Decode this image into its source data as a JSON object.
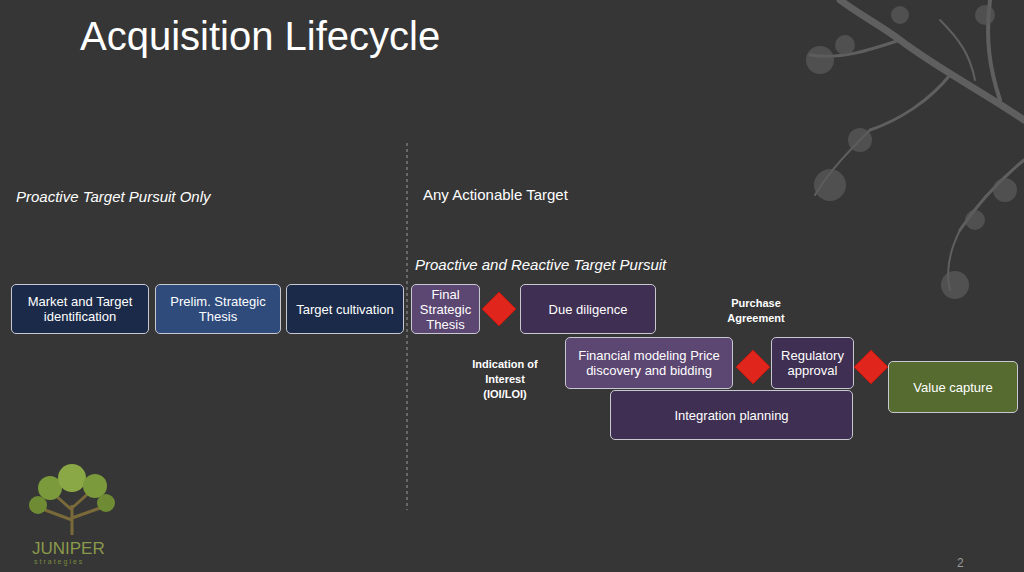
{
  "diagram": {
    "title": "Acquisition Lifecycle",
    "nodes": [
      {
        "text": [
          "Market and Target identification"
        ]
      },
      {
        "text": [
          "Prelim. Strategic Thesis"
        ]
      },
      {
        "text": [
          "Target cultivation"
        ]
      },
      {
        "text": [
          "Final Strategic Thesis"
        ]
      },
      {
        "text": [
          "Due diligence"
        ]
      },
      {
        "text": [
          "Financial modeling Price discovery and bidding"
        ]
      },
      {
        "text": [
          "Regulatory approval"
        ]
      },
      {
        "text": [
          "Integration planning"
        ]
      },
      {
        "text": [
          "Value capture"
        ]
      }
    ],
    "labels": [
      "Proactive Target Pursuit Only",
      "Any Actionable Target",
      "Proactive and Reactive Target Pursuit",
      "Indication of Interest (IOI/LOI)",
      "Purchase Agreement",
      "2",
      "JUNIPER",
      "strategies"
    ]
  }
}
